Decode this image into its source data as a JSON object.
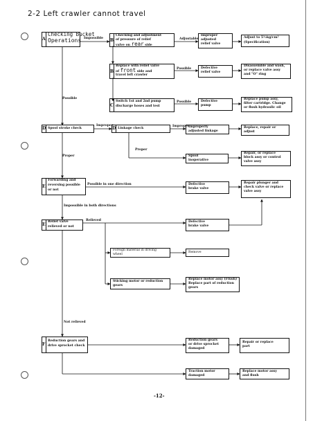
{
  "title": "2-2  Left crawler cannot travel",
  "page_number": "-12-",
  "nodes": {
    "A": {
      "letter": "A",
      "line1": "Checking Bucket",
      "line2": "Operations"
    },
    "B1": {
      "letter": "B",
      "line1": "Checking and adjustment",
      "line2": "of pressure of relief",
      "line3a": "valve on ",
      "line3b": "rear",
      "line3c": " side"
    },
    "B2": {
      "letter": "B",
      "line1": "Replace with relief valve",
      "line2a": "of ",
      "line2b": "front",
      "line2c": " side and",
      "line3": "travel left crawler"
    },
    "C": {
      "letter": "C",
      "line1": "Switch 1st and 2nd pump",
      "line2": "discharge hoses and test"
    },
    "D": {
      "letter": "D",
      "line1": "Spool stroke check"
    },
    "D2": {
      "letter": "D",
      "line1": "Linkage check"
    },
    "E": {
      "letter": "E",
      "line1": "Forwarding and",
      "line2": "reversing possible",
      "line3": "or not"
    },
    "E2": {
      "letter": "E",
      "line1": "Relief valve",
      "line2": "relieved or not"
    },
    "F": {
      "letter": "F",
      "line1": "Reduction gears and",
      "line2": "drive sprocket check"
    },
    "foreign": {
      "line1": "Foreign material in driving",
      "line2": "wheel"
    },
    "sticking": {
      "line1": "Sticking motor or reduction",
      "line2": "gears"
    }
  },
  "causes": {
    "improper_relief": {
      "line1": "Improper",
      "line2": "adjusted",
      "line3": "relief valve"
    },
    "defective_relief": {
      "line1": "Defective",
      "line2": "relief valve"
    },
    "defective_pump": {
      "line1": "Defective",
      "line2": "pump"
    },
    "improper_linkage": {
      "line1": "Improperly",
      "line2": "adjusted linkage"
    },
    "spool": {
      "line1": "Spool",
      "line2": "inoperative"
    },
    "brake1": {
      "line1": "Defective",
      "line2": "brake valve"
    },
    "brake2": {
      "line1": "Defective",
      "line2": "brake valve"
    },
    "reduction_damaged": {
      "line1": "Reduction gears",
      "line2": "or drive sprocket",
      "line3": "damaged"
    },
    "motor_damaged": {
      "line1": "Traction motor",
      "line2": "damaged"
    }
  },
  "remedies": {
    "adjust": {
      "line1": "Adjust to 5½kg/cm²",
      "line2": "(Specification)"
    },
    "disassemble": {
      "line1": "Disassemble and wash,",
      "line2": "or replace valve assy",
      "line3": "and \"O\" ring"
    },
    "pump": {
      "line1": "Replace pump assy,",
      "line2": "filter cartridge. Change",
      "line3": "or flush hydraulic oil"
    },
    "linkage": {
      "line1": "Replace, repair or",
      "line2": "adjust"
    },
    "block": {
      "line1": "Repair, or replace",
      "line2": "block assy or control",
      "line3": "valve assy"
    },
    "plunger": {
      "line1": "Repair plunger and",
      "line2": "check valve or replace",
      "line3": "valve assy"
    },
    "remove": {
      "line1": "Remove"
    },
    "motor_flush": {
      "line1": "Replace motor assy (Flush)",
      "line2": "Replace part of reduction",
      "line3": "gears"
    },
    "repair_part": {
      "line1": "Repair or replace",
      "line2": "part"
    },
    "motor_replace": {
      "line1": "Replace motor assy",
      "line2": "and flush"
    }
  },
  "labels": {
    "impossible": "Impossible",
    "adjustable": "Adjustable",
    "possible_a": "Possible",
    "possible_b2": "Possible",
    "possible_c": "Possible",
    "improper_d": "Improper",
    "improper_d2": "Improper",
    "proper_d2": "Proper",
    "proper_d": "Proper",
    "one_direction": "Possible in one direction",
    "both_directions": "Impossible in both directions",
    "relieved": "Relieved",
    "not_relieved": "Not relieved"
  }
}
